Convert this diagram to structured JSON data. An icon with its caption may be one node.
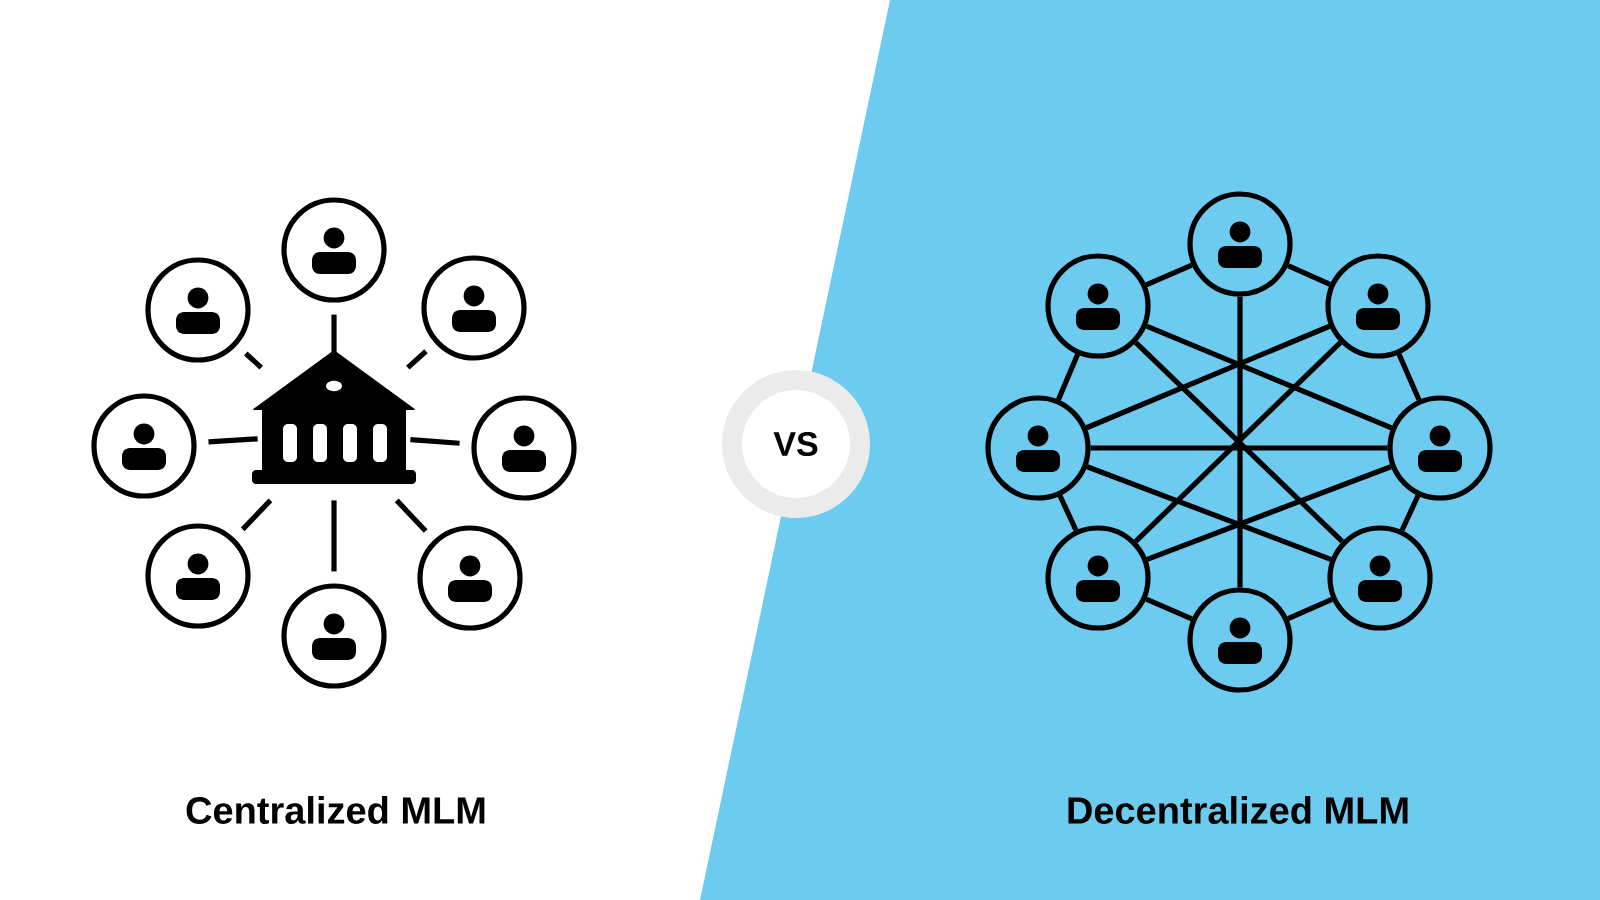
{
  "diagram": {
    "nodes": [
      {
        "text": [],
        "shape": "picture"
      },
      {
        "text": [],
        "shape": "person"
      },
      {
        "text": [],
        "shape": "person"
      },
      {
        "text": [],
        "shape": "person"
      },
      {
        "text": [],
        "shape": "person"
      },
      {
        "text": [],
        "shape": "person"
      },
      {
        "text": [],
        "shape": "person"
      },
      {
        "text": [],
        "shape": "person"
      },
      {
        "text": [],
        "shape": "person"
      },
      {
        "text": [
          "VS"
        ]
      },
      {
        "text": [],
        "shape": "person"
      },
      {
        "text": [],
        "shape": "person"
      },
      {
        "text": [],
        "shape": "person"
      },
      {
        "text": [],
        "shape": "person"
      },
      {
        "text": [],
        "shape": "person"
      },
      {
        "text": [],
        "shape": "person"
      },
      {
        "text": [],
        "shape": "person"
      },
      {
        "text": [],
        "shape": "person"
      }
    ],
    "edges": [
      {
        "from": 0,
        "to": 1,
        "arrow": "none"
      },
      {
        "from": 0,
        "to": 2,
        "arrow": "none"
      },
      {
        "from": 0,
        "to": 3,
        "arrow": "none"
      },
      {
        "from": 0,
        "to": 4,
        "arrow": "none"
      },
      {
        "from": 0,
        "to": 5,
        "arrow": "none"
      },
      {
        "from": 0,
        "to": 6,
        "arrow": "none"
      },
      {
        "from": 0,
        "to": 7,
        "arrow": "none"
      },
      {
        "from": 0,
        "to": 8,
        "arrow": "none"
      },
      {
        "from": 10,
        "to": 11,
        "arrow": "none"
      },
      {
        "from": 11,
        "to": 12,
        "arrow": "none"
      },
      {
        "from": 12,
        "to": 13,
        "arrow": "none"
      },
      {
        "from": 13,
        "to": 14,
        "arrow": "none"
      },
      {
        "from": 14,
        "to": 15,
        "arrow": "none"
      },
      {
        "from": 15,
        "to": 16,
        "arrow": "none"
      },
      {
        "from": 16,
        "to": 17,
        "arrow": "none"
      },
      {
        "from": 17,
        "to": 10,
        "arrow": "none"
      },
      {
        "from": 10,
        "to": 14,
        "arrow": "none"
      },
      {
        "from": 16,
        "to": 12,
        "arrow": "none"
      },
      {
        "from": 17,
        "to": 13,
        "arrow": "none"
      },
      {
        "from": 11,
        "to": 15,
        "arrow": "none"
      },
      {
        "from": 16,
        "to": 11,
        "arrow": "none"
      },
      {
        "from": 16,
        "to": 13,
        "arrow": "none"
      },
      {
        "from": 12,
        "to": 17,
        "arrow": "none"
      },
      {
        "from": 12,
        "to": 15,
        "arrow": "none"
      }
    ],
    "labels": [
      "Centralized MLM",
      "Decentralized MLM"
    ]
  }
}
